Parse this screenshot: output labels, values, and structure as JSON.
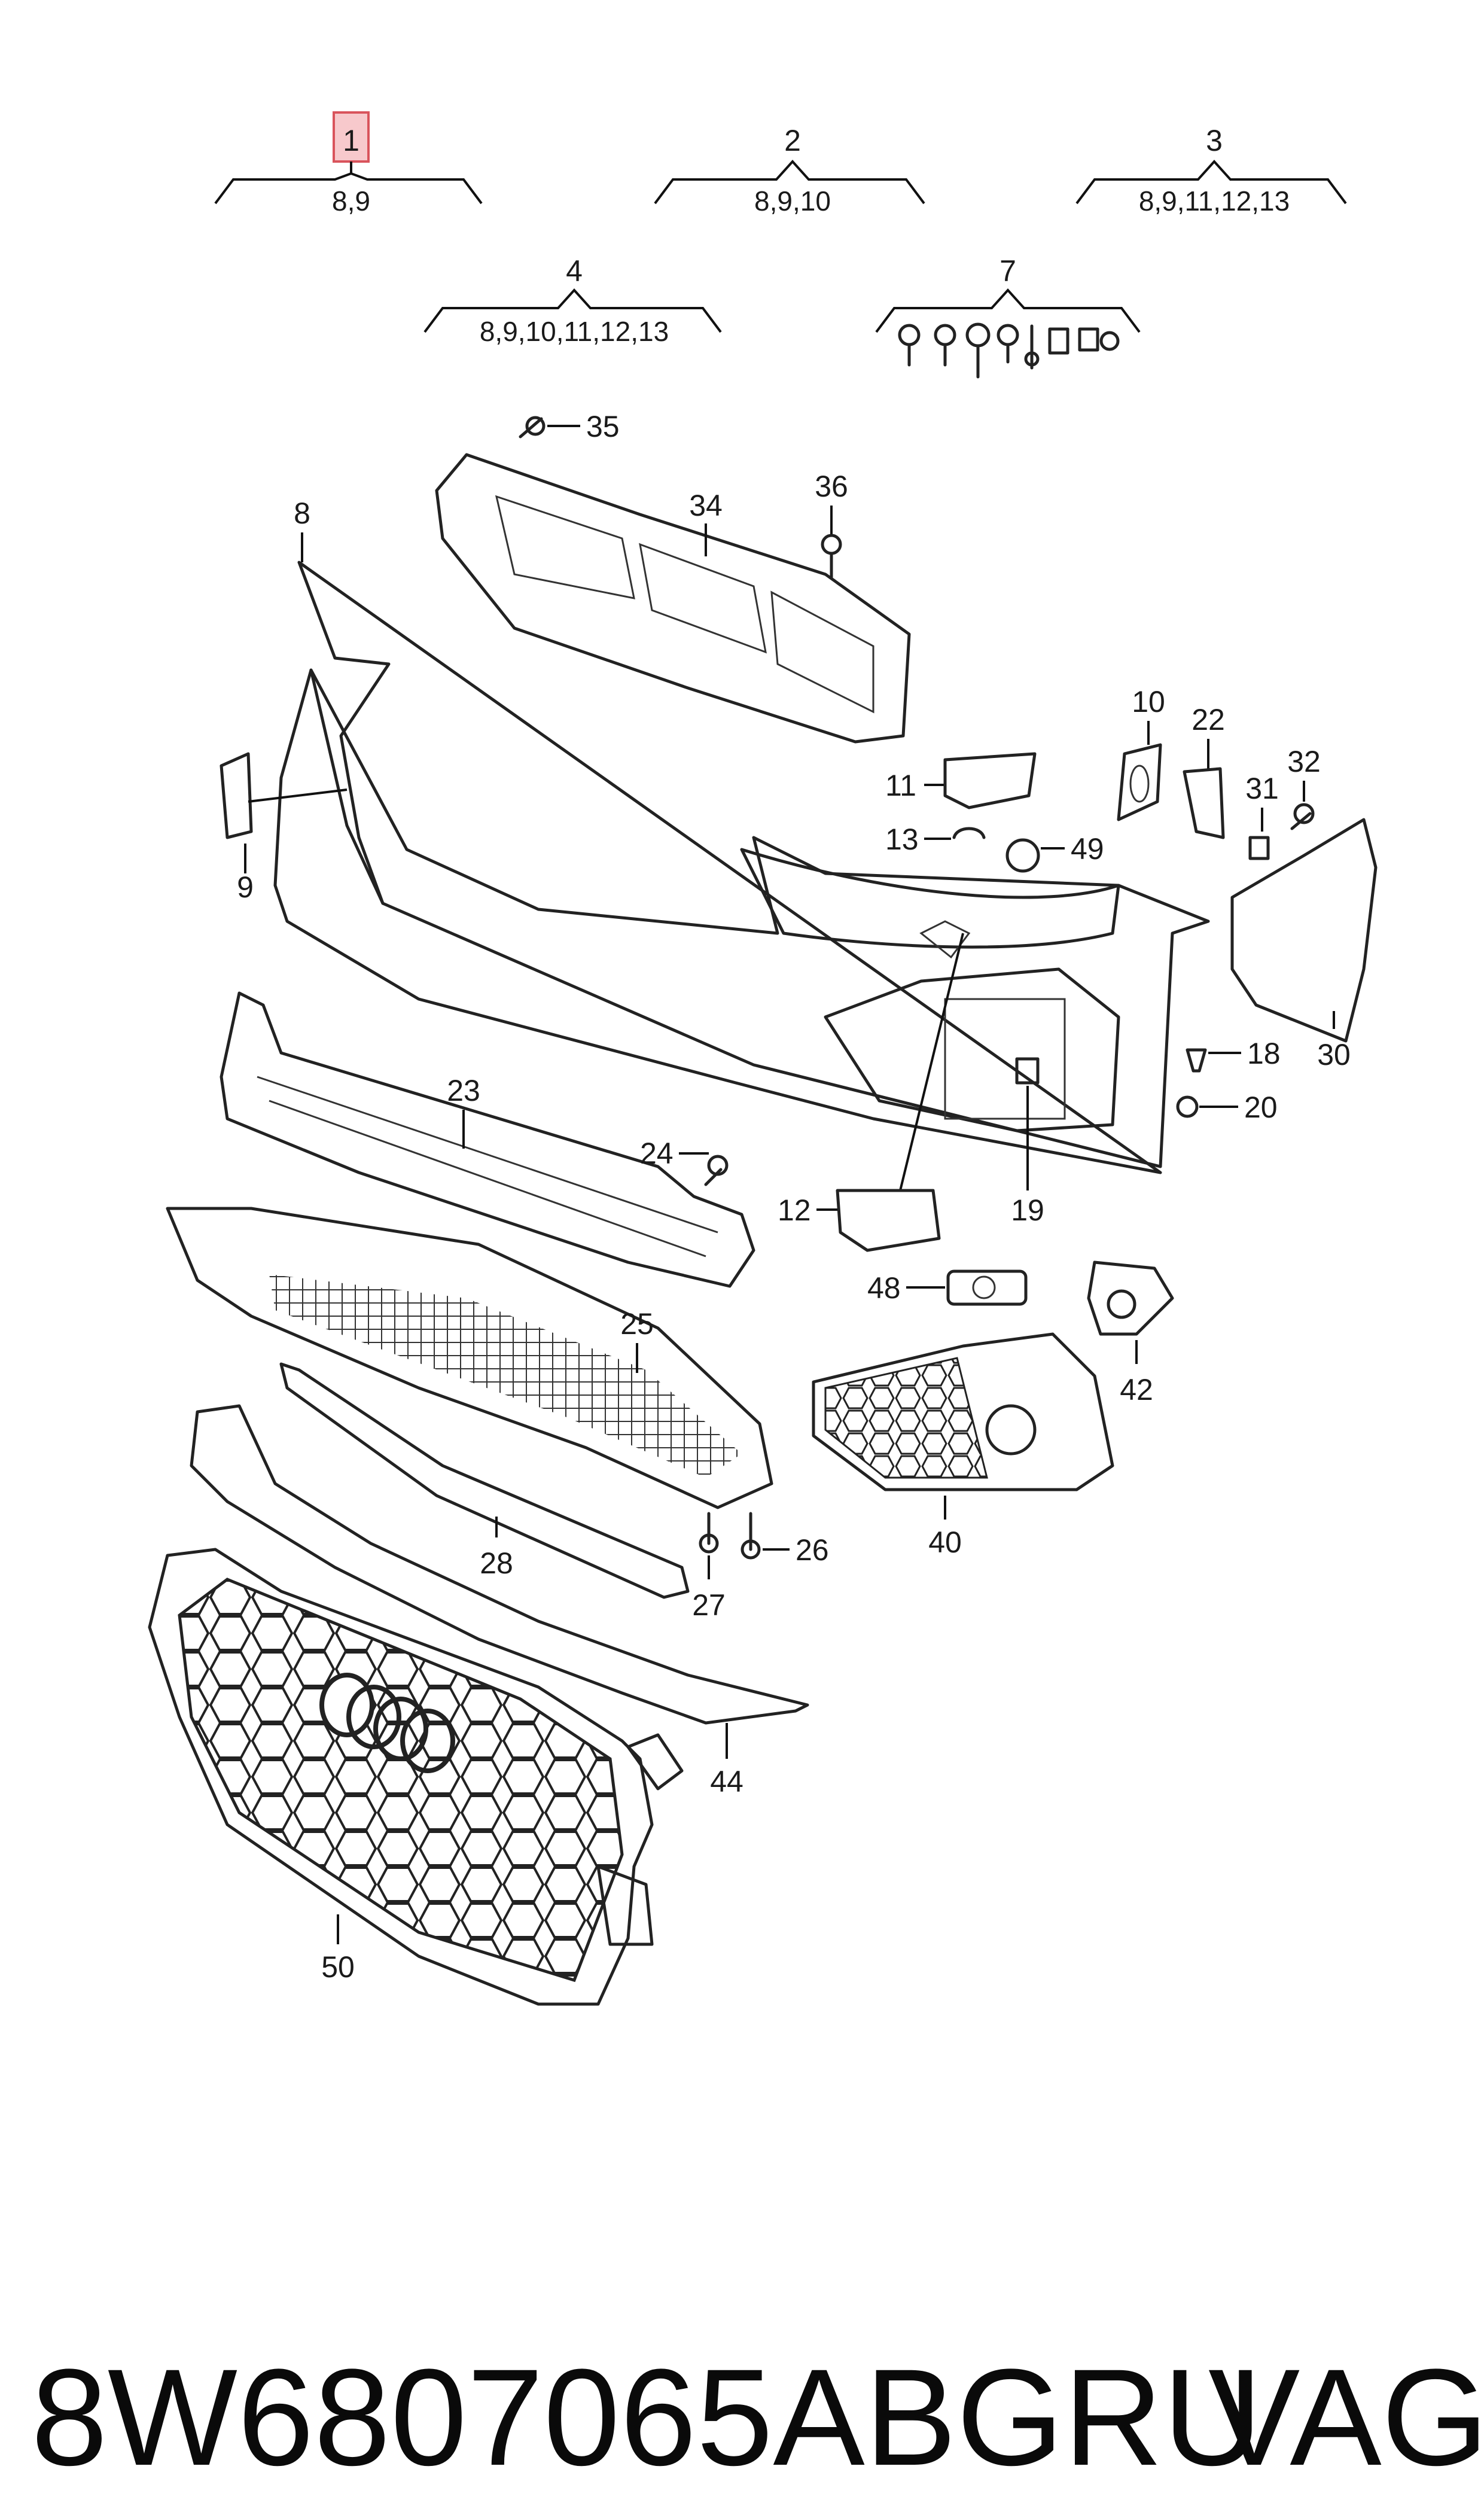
{
  "header_groups": [
    {
      "num": "1",
      "sub": "8,9",
      "highlighted": true
    },
    {
      "num": "2",
      "sub": "8,9,10"
    },
    {
      "num": "3",
      "sub": "8,9,11,12,13"
    },
    {
      "num": "4",
      "sub": "8,9,10,11,12,13"
    },
    {
      "num": "7",
      "sub": ""
    }
  ],
  "callouts": {
    "c8": "8",
    "c9": "9",
    "c10": "10",
    "c11": "11",
    "c12": "12",
    "c13": "13",
    "c18": "18",
    "c19": "19",
    "c20": "20",
    "c22": "22",
    "c23": "23",
    "c24": "24",
    "c25": "25",
    "c26": "26",
    "c27": "27",
    "c28": "28",
    "c30": "30",
    "c31": "31",
    "c32": "32",
    "c34": "34",
    "c35": "35",
    "c36": "36",
    "c40": "40",
    "c42": "42",
    "c44": "44",
    "c48": "48",
    "c49": "49",
    "c50": "50"
  },
  "footer": {
    "part_number": "8W6807065ABGRU",
    "brand": "VAG"
  },
  "colors": {
    "line": "#222222",
    "highlight_fill": "#f7c9cc",
    "highlight_stroke": "#d9545c"
  }
}
